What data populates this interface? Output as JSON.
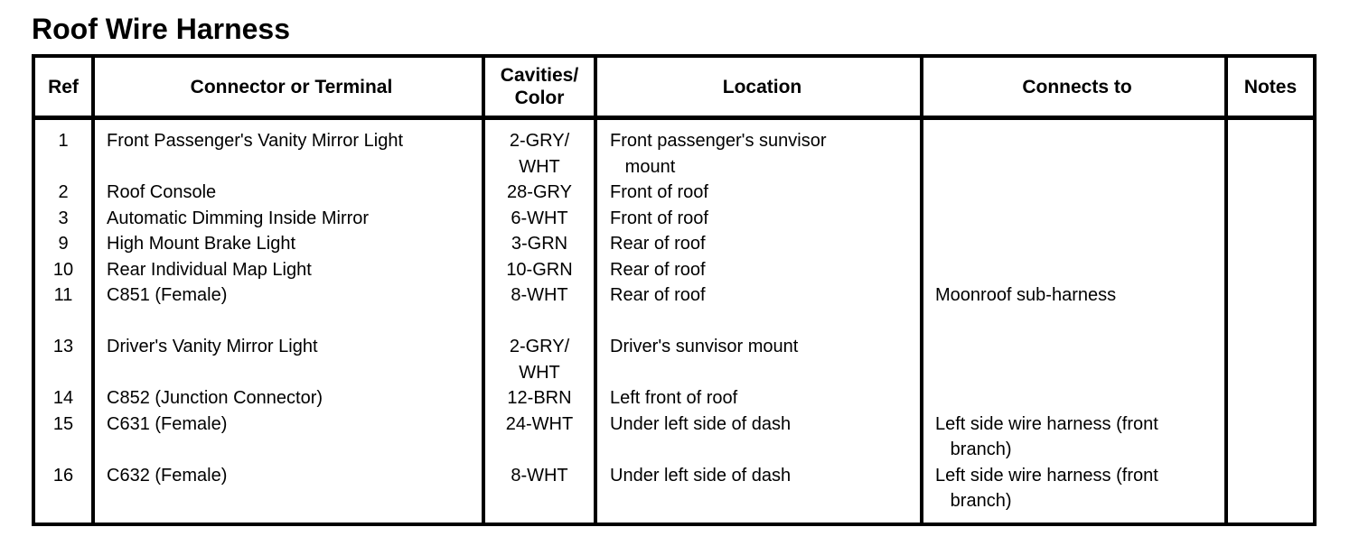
{
  "title": "Roof Wire Harness",
  "table": {
    "headers": {
      "ref": "Ref",
      "connector": "Connector or Terminal",
      "cavities": "Cavities/\nColor",
      "location": "Location",
      "connects_to": "Connects to",
      "notes": "Notes"
    },
    "rows": [
      {
        "ref": [
          "1"
        ],
        "connector": [
          "Front Passenger's Vanity Mirror Light"
        ],
        "cavities": [
          "2-GRY/",
          "WHT"
        ],
        "location": [
          "Front passenger's sunvisor",
          "   mount"
        ],
        "connects_to": [],
        "notes": []
      },
      {
        "ref": [
          "2"
        ],
        "connector": [
          "Roof Console"
        ],
        "cavities": [
          "28-GRY"
        ],
        "location": [
          "Front of roof"
        ],
        "connects_to": [],
        "notes": []
      },
      {
        "ref": [
          "3"
        ],
        "connector": [
          "Automatic Dimming Inside Mirror"
        ],
        "cavities": [
          "6-WHT"
        ],
        "location": [
          "Front of roof"
        ],
        "connects_to": [],
        "notes": []
      },
      {
        "ref": [
          "9"
        ],
        "connector": [
          "High Mount Brake Light"
        ],
        "cavities": [
          "3-GRN"
        ],
        "location": [
          "Rear of roof"
        ],
        "connects_to": [],
        "notes": []
      },
      {
        "ref": [
          "10"
        ],
        "connector": [
          "Rear Individual Map Light"
        ],
        "cavities": [
          "10-GRN"
        ],
        "location": [
          "Rear of roof"
        ],
        "connects_to": [],
        "notes": []
      },
      {
        "ref": [
          "11"
        ],
        "connector": [
          "C851 (Female)"
        ],
        "cavities": [
          "8-WHT"
        ],
        "location": [
          "Rear of roof"
        ],
        "connects_to": [
          "Moonroof sub-harness"
        ],
        "notes": [],
        "gap_after": 1
      },
      {
        "ref": [
          "13"
        ],
        "connector": [
          "Driver's Vanity Mirror Light"
        ],
        "cavities": [
          "2-GRY/",
          "WHT"
        ],
        "location": [
          "Driver's sunvisor mount"
        ],
        "connects_to": [],
        "notes": []
      },
      {
        "ref": [
          "14"
        ],
        "connector": [
          "C852 (Junction Connector)"
        ],
        "cavities": [
          "12-BRN"
        ],
        "location": [
          "Left front of roof"
        ],
        "connects_to": [],
        "notes": []
      },
      {
        "ref": [
          "15"
        ],
        "connector": [
          "C631 (Female)"
        ],
        "cavities": [
          "24-WHT"
        ],
        "location": [
          "Under left side of dash"
        ],
        "connects_to": [
          "Left side wire harness (front",
          "   branch)"
        ],
        "notes": []
      },
      {
        "ref": [
          "16"
        ],
        "connector": [
          "C632 (Female)"
        ],
        "cavities": [
          "8-WHT"
        ],
        "location": [
          "Under left side of dash"
        ],
        "connects_to": [
          "Left side wire harness (front",
          "   branch)"
        ],
        "notes": []
      }
    ]
  }
}
